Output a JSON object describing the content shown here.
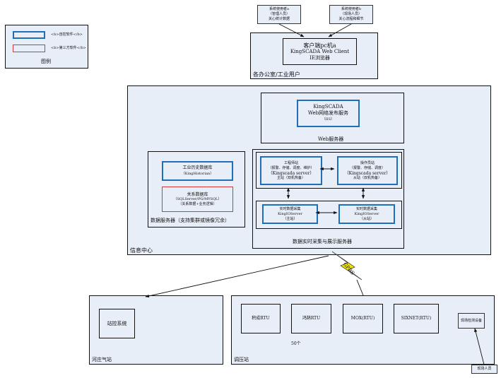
{
  "legend": {
    "own_software": "<b>自控软件</b>",
    "third_party": "<b>第三方软件</b>",
    "title": "图例"
  },
  "users": {
    "user_a": [
      "系统使用者a",
      "（管理人员）",
      "关心统计数据"
    ],
    "user_b": [
      "系统使用者b",
      "（现场人员）",
      "关心流程和细节"
    ]
  },
  "office": {
    "client_lines": [
      "客户端pc机a",
      "KingSCADA Web Client",
      "IE浏览器"
    ],
    "label": "各办公室/工业用户"
  },
  "info_center": {
    "label": "信息中心",
    "web": {
      "service_lines": [
        "KingSCADA",
        "Web网络发布服务",
        "（IIS）"
      ],
      "label": "Web服务器"
    },
    "data_server": {
      "historian_lines": [
        "工业历史数据库",
        "（KingHistorian）"
      ],
      "relational_lines": [
        "关系数据库",
        "（SQLServer/PG/MYSQL）",
        "（关系数据+业务逻辑）"
      ],
      "label": "数据服务器（支持集群或镜像冗余）"
    },
    "realtime": {
      "master_lines": [
        "工程师站",
        "（报警、存储、调度、维护）",
        "（Kingscada server）",
        "主站（双机热备）"
      ],
      "slave_lines": [
        "操作员站",
        "（报警、存储、调度）",
        "（Kingscada server）",
        "从站（双机热备）"
      ],
      "io_left_lines": [
        "实时数据采集",
        "KingIOServer",
        "（主站）"
      ],
      "io_right_lines": [
        "实时数据采集",
        "KingIOServer",
        "（从站）"
      ],
      "label": "数据实时采集与展示服务器"
    }
  },
  "link": {
    "gprs": "GPRS"
  },
  "gas_station": {
    "system": "站控系统",
    "label": "河庄气站"
  },
  "regulator_station": {
    "rtus": [
      "积成RTU",
      "鸿鹄RTU",
      "MOX(RTU)",
      "SIXNET(RTU)"
    ],
    "count": "50个",
    "small_device": "现场检测设备",
    "field_staff": "现场人员",
    "label": "调压站"
  },
  "colors": {
    "own": "#1f6fb8",
    "third": "#d23a3a",
    "fill": "#e8eef8",
    "gprs": "#f2e600"
  }
}
